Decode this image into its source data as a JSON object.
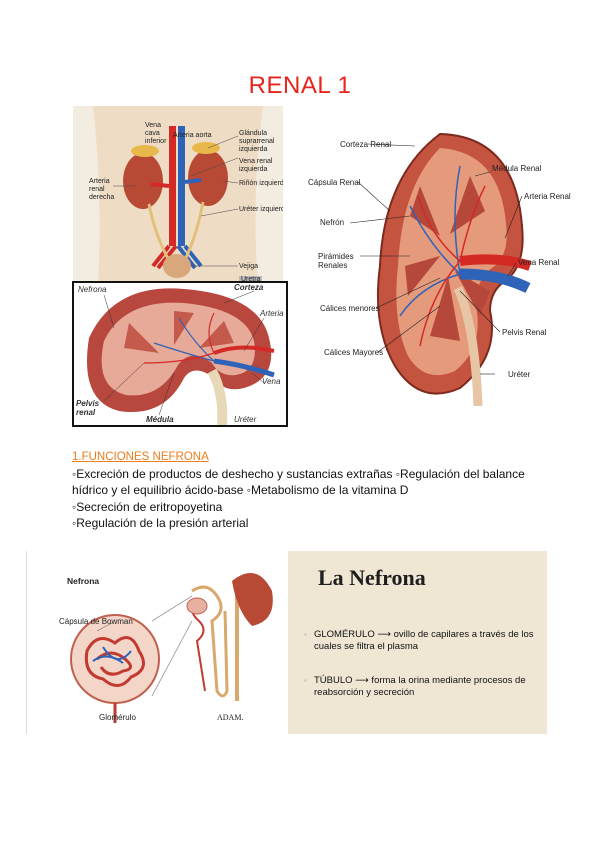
{
  "title": "RENAL 1",
  "figure1": {
    "labels": {
      "vena_cava": "Vena cava inferior",
      "arteria_aorta": "Arteria aorta",
      "glandula": "Glándula suprarrenal izquierda",
      "vena_renal": "Vena renal izquierda",
      "arteria_renal": "Arteria renal derecha",
      "rinon": "Riñón izquierdo",
      "ureter": "Uréter izquierdo",
      "vejiga": "Vejiga",
      "uretra": "Uretra"
    }
  },
  "figure2": {
    "labels": {
      "corteza": "Corteza Renal",
      "medula": "Médula Renal",
      "capsula": "Cápsula Renal",
      "arteria": "Arteria Renal",
      "nefron": "Nefrón",
      "piramides": "Pirámides Renales",
      "vena": "Vena Renal",
      "calices_menores": "Cálices menores",
      "pelvis": "Pelvis Renal",
      "calices_mayores": "Cálices Mayores",
      "ureter": "Uréter"
    }
  },
  "figure3": {
    "labels": {
      "nefrona": "Nefrona",
      "corteza": "Corteza",
      "arteria": "Arteria",
      "vena": "Vena",
      "pelvis": "Pelvis renal",
      "medula": "Médula",
      "ureter": "Uréter"
    }
  },
  "section": {
    "heading": "1.FUNCIONES NEFRONA",
    "line1": "◦Excreción de productos de deshecho y sustancias extrañas ◦Regulación del balance hídrico y el equilibrio ácido-base ◦Metabolismo de la vitamina D",
    "line2": "◦Secreción de eritropoyetina",
    "line3": "◦Regulación de la presión arterial"
  },
  "figure4": {
    "left": {
      "title": "Nefrona",
      "capsula": "Cápsula de Bowman",
      "glomerulo": "Glomérulo",
      "brand": "ADAM."
    },
    "right": {
      "title": "La Nefrona",
      "bullet1": "GLOMÉRULO ⟶ ovillo de capilares a través de los cuales se filtra el plasma",
      "bullet2": "TÚBULO ⟶ forma la orina mediante procesos de reabsorción y secreción"
    }
  },
  "colors": {
    "title": "#e8241c",
    "heading": "#ee7c1c",
    "artery": "#d42a25",
    "vein": "#2f63b8",
    "kidney": "#b8473d",
    "slide_bg": "#efe6d4"
  }
}
